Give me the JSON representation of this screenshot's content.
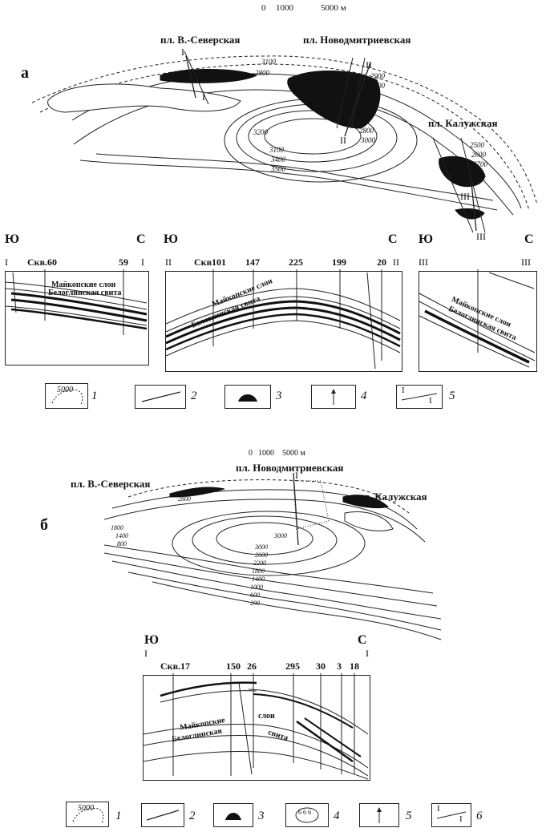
{
  "a": {
    "panel_label": "а",
    "scale": {
      "zero": "0",
      "mid": "1000",
      "max": "5000 м"
    },
    "structures": {
      "west": "пл. В.-Северская",
      "center": "пл. Новодмитриевская",
      "east": "пл. Калужская"
    },
    "contour_labels": [
      "3100",
      "2800",
      "2900",
      "2800",
      "2600",
      "2800",
      "3000",
      "3200",
      "3100",
      "3400",
      "3500",
      "2500",
      "2600",
      "2700"
    ],
    "sections": {
      "s1": {
        "left_dir": "Ю",
        "right_dir": "С",
        "left_roman": "I",
        "right_roman": "I",
        "wells": [
          "Скв.60",
          "59"
        ],
        "layer_upper": "Майкопские слои",
        "layer_lower": "Белоглинская свита"
      },
      "s2": {
        "left_dir": "Ю",
        "right_dir": "С",
        "left_roman": "II",
        "right_roman": "II",
        "wells": [
          "Скв101",
          "147",
          "225",
          "199",
          "20"
        ],
        "layer_upper": "Майкопские слои",
        "layer_lower": "Белоглинская свита"
      },
      "s3": {
        "left_dir": "Ю",
        "right_dir": "С",
        "left_roman": "III",
        "right_roman": "III",
        "layer_upper": "Майкопские слои",
        "layer_lower": "Белоглинская свита"
      }
    },
    "legend": [
      {
        "num": "1",
        "sample": "5000"
      },
      {
        "num": "2"
      },
      {
        "num": "3"
      },
      {
        "num": "4"
      },
      {
        "num": "5",
        "sample_top": "I",
        "sample_bottom": "I"
      }
    ]
  },
  "b": {
    "panel_label": "б",
    "scale": {
      "zero": "0",
      "mid": "1000",
      "max": "5000 м"
    },
    "structures": {
      "west": "пл. В.-Северская",
      "center": "пл. Новодмитриевская",
      "east": "пл. Калужская"
    },
    "contour_labels": [
      "2800",
      "1800",
      "1400",
      "800",
      "3000",
      "3000",
      "2600",
      "2200",
      "1800",
      "1400",
      "1000",
      "600",
      "200"
    ],
    "section": {
      "left_dir": "Ю",
      "right_dir": "С",
      "left_roman": "I",
      "right_roman": "I",
      "wells": [
        "Скв.17",
        "150",
        "26",
        "295",
        "30",
        "3",
        "18"
      ],
      "layer_upper_left": "Майкопские",
      "layer_upper_right": "слои",
      "layer_lower_left": "Белоглинская",
      "layer_lower_right": "свита"
    },
    "legend": [
      {
        "num": "1",
        "sample": "5000"
      },
      {
        "num": "2"
      },
      {
        "num": "3"
      },
      {
        "num": "4",
        "sample": "6 6 6"
      },
      {
        "num": "5"
      },
      {
        "num": "6",
        "sample_top": "I",
        "sample_bottom": "I"
      }
    ]
  }
}
